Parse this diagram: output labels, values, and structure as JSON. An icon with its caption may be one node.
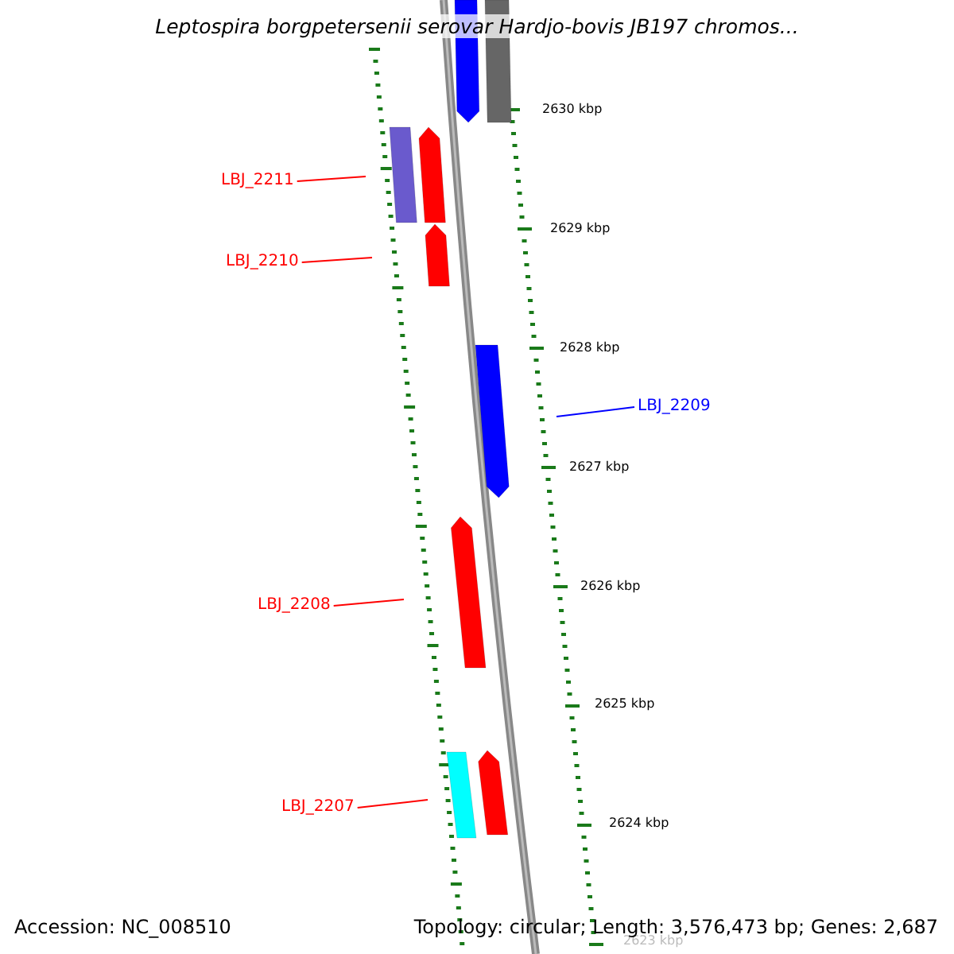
{
  "diagram": {
    "title": "Leptospira borgpetersenii serovar Hardjo-bovis JB197 chromos...",
    "nodes": [
      {
        "text": [
          "LBJ_2211"
        ]
      },
      {
        "text": [
          "LBJ_2210"
        ]
      },
      {
        "text": [
          "LBJ_2209"
        ]
      },
      {
        "text": [
          "LBJ_2208"
        ]
      },
      {
        "text": [
          "LBJ_2207"
        ]
      }
    ],
    "edges": [
      {
        "from": 0,
        "to": null,
        "arrow": "none"
      },
      {
        "from": 1,
        "to": null,
        "arrow": "none"
      },
      {
        "from": 2,
        "to": null,
        "arrow": "none",
        "color": "#0000ff"
      },
      {
        "from": 3,
        "to": null,
        "arrow": "none"
      },
      {
        "from": 4,
        "to": null,
        "arrow": "none"
      }
    ],
    "labels": [
      "2630 kbp",
      "2629 kbp",
      "2628 kbp",
      "2627 kbp",
      "2626 kbp",
      "2625 kbp",
      "2624 kbp",
      "2623 kbp",
      "Accession: NC_008510",
      "Topology: circular; Length: 3,576,473 bp; Genes: 2,687"
    ]
  }
}
